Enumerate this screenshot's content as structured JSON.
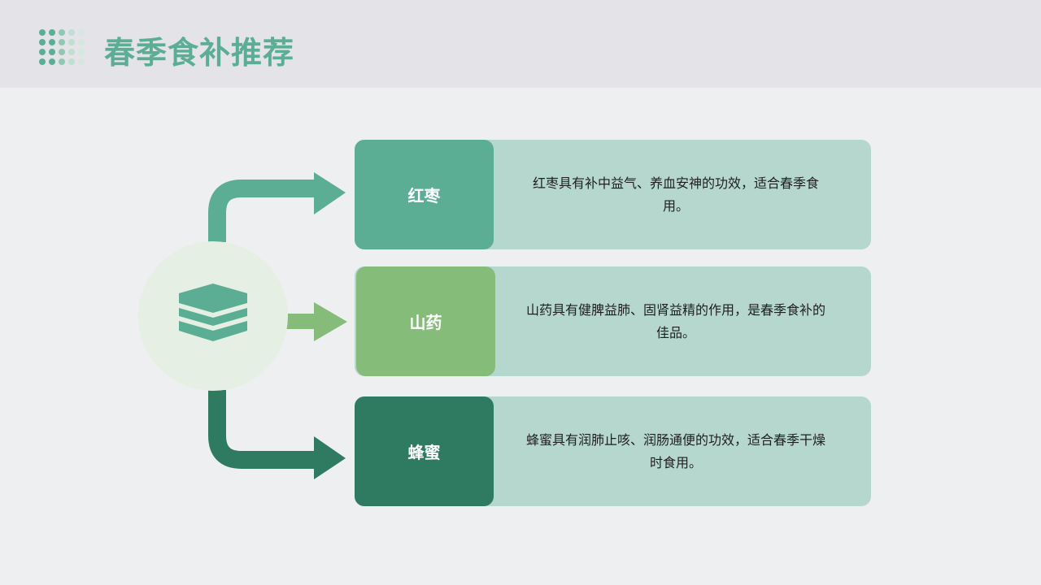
{
  "header": {
    "title": "春季食补推荐"
  },
  "colors": {
    "accent": "#5bae93",
    "light_green": "#86bc7a",
    "dark_green": "#2e7b62",
    "card_bg": "#b5d7cd",
    "hub_bg": "#e5efe3"
  },
  "hub": {
    "icon": "layers-icon"
  },
  "cards": [
    {
      "label": "红枣",
      "description": "红枣具有补中益气、养血安神的功效，适合春季食用。"
    },
    {
      "label": "山药",
      "description": "山药具有健脾益肺、固肾益精的作用，是春季食补的佳品。"
    },
    {
      "label": "蜂蜜",
      "description": "蜂蜜具有润肺止咳、润肠通便的功效，适合春季干燥时食用。"
    }
  ]
}
